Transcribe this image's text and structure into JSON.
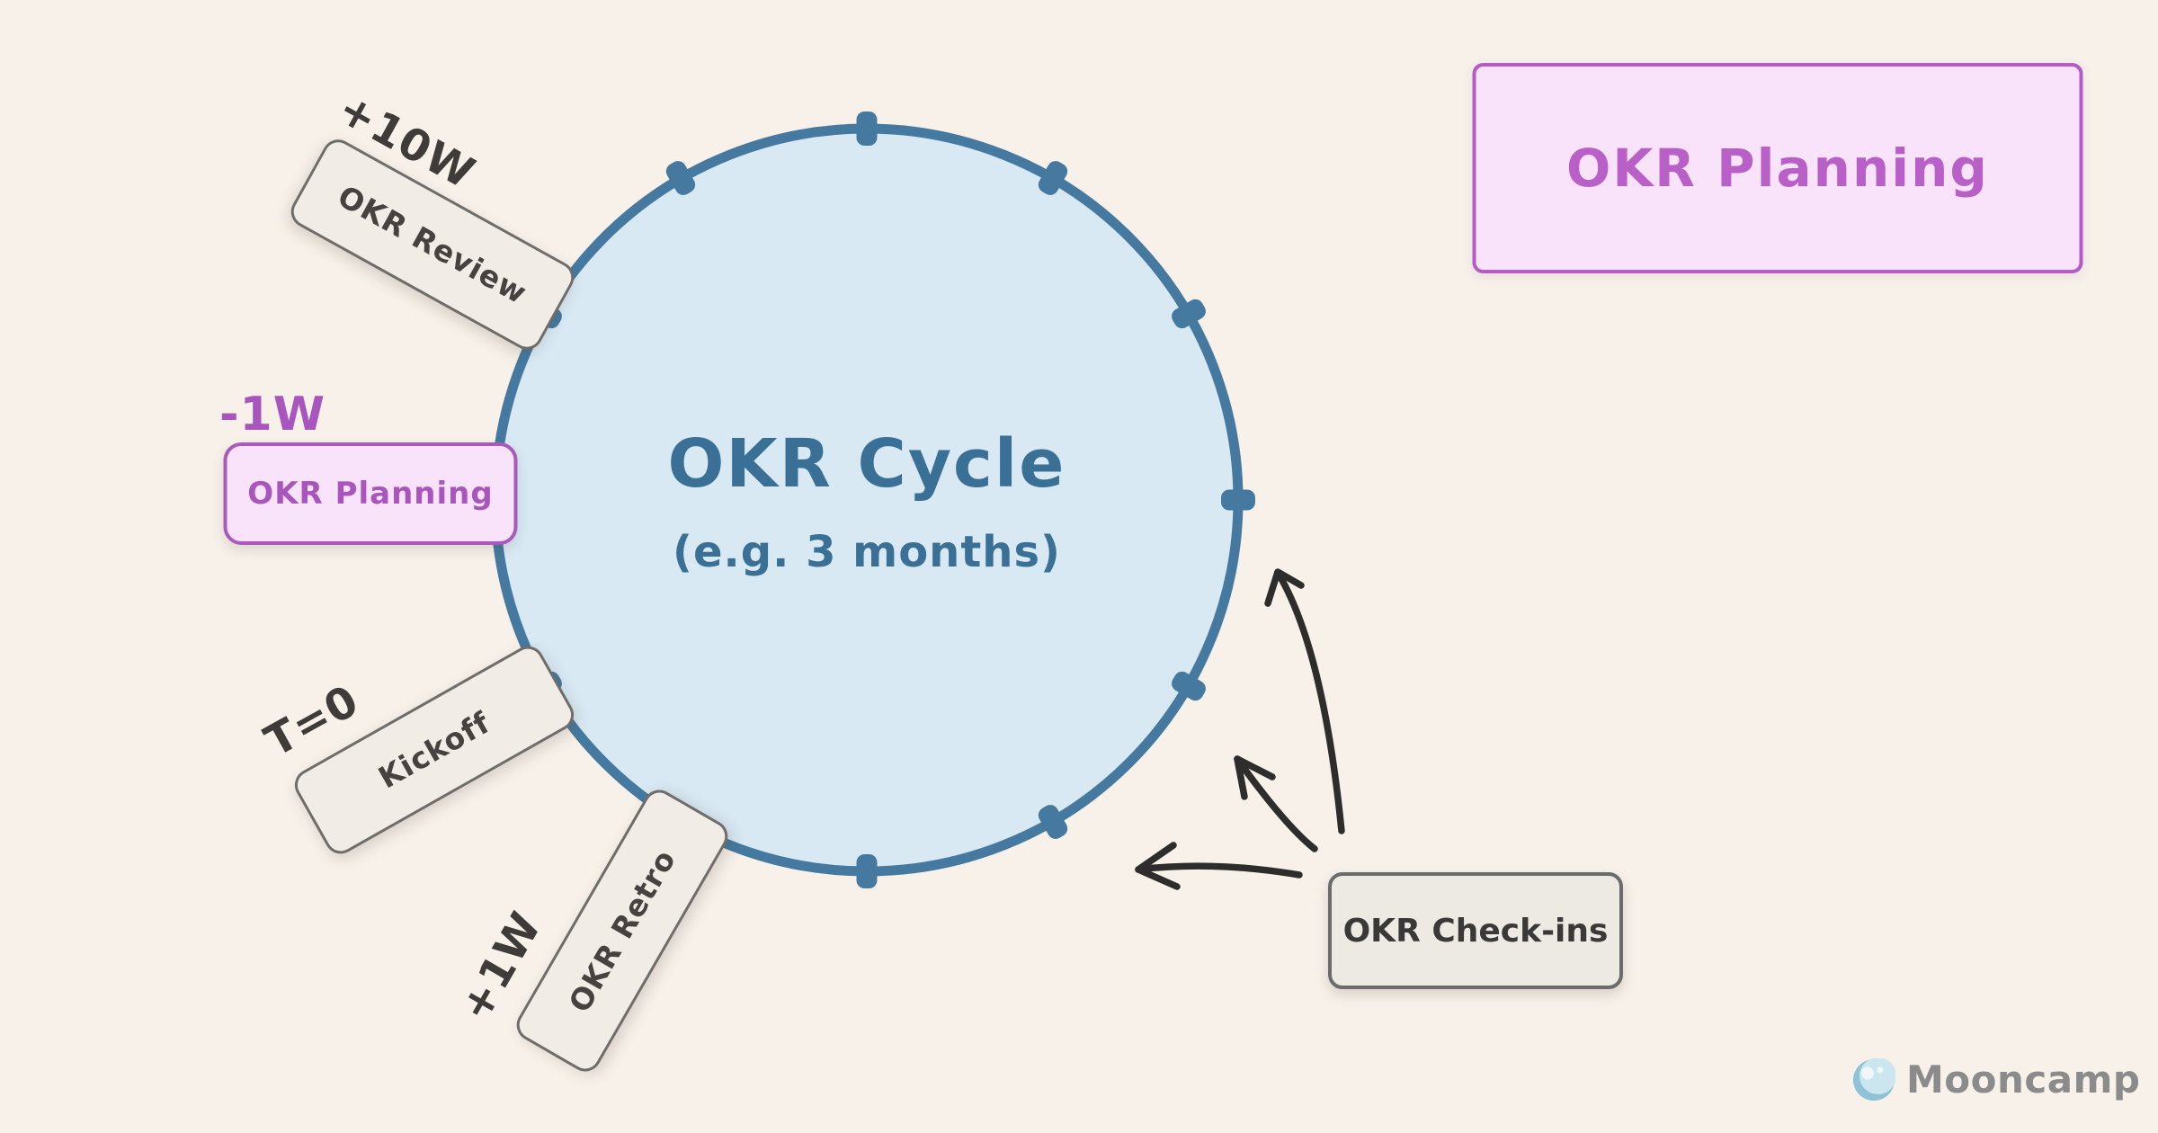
{
  "cycle": {
    "title": "OKR Cycle",
    "subtitle": "(e.g. 3 months)",
    "tick_count": 12
  },
  "milestones": [
    {
      "id": "okr-review",
      "time_label": "+10W",
      "label": "OKR Review",
      "style": "gray"
    },
    {
      "id": "okr-planning",
      "time_label": "-1W",
      "label": "OKR Planning",
      "style": "pink-highlight"
    },
    {
      "id": "kickoff",
      "time_label": "T=0",
      "label": "Kickoff",
      "style": "gray"
    },
    {
      "id": "okr-retro",
      "time_label": "+1W",
      "label": "OKR Retro",
      "style": "gray"
    }
  ],
  "checkins": {
    "label": "OKR Check-ins",
    "arrow_count": 3
  },
  "callout": {
    "label": "OKR Planning"
  },
  "brand": {
    "name": "Mooncamp",
    "icon": "moon-icon"
  },
  "colors": {
    "background": "#F7F1EA",
    "circle_fill": "#D8E9F4",
    "circle_stroke": "#45799F",
    "circle_text": "#3A6F96",
    "gray_box_fill": "#F1ECE6",
    "gray_box_border": "#6F6D6A",
    "gray_box_text": "#454240",
    "pink_fill": "#F9E3FB",
    "pink_border": "#B55BC5",
    "pink_text": "#A855BD",
    "arrow": "#2E2D2B",
    "brand_text": "#8B8B8B"
  }
}
